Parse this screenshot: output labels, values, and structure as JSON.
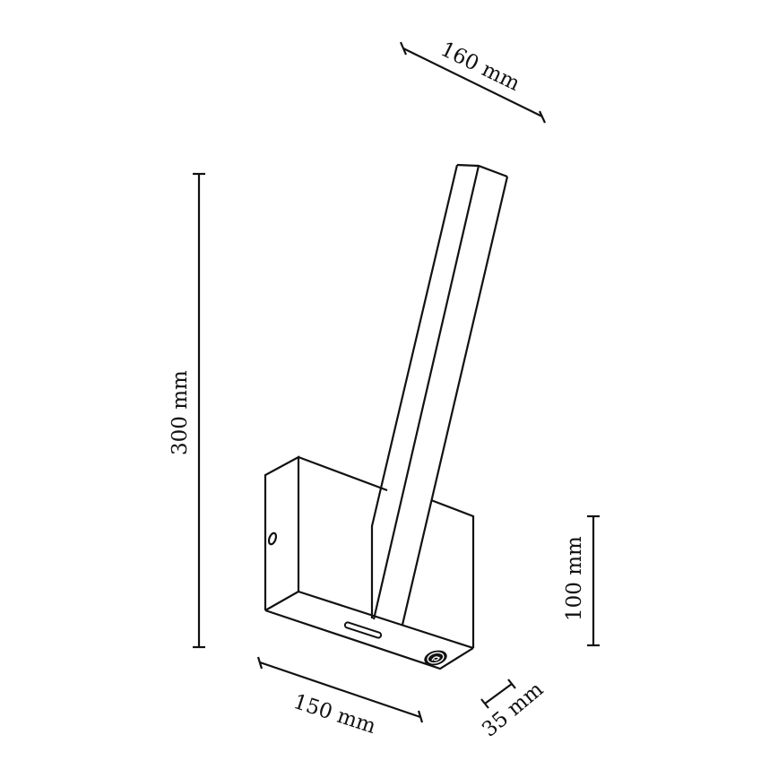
{
  "diagram": {
    "subject": "Wall lamp dimension drawing",
    "stroke_color": "#111111",
    "background": "#ffffff",
    "dimensions": {
      "arm_length": {
        "label": "160 mm",
        "value": 160,
        "unit": "mm"
      },
      "total_height": {
        "label": "300 mm",
        "value": 300,
        "unit": "mm"
      },
      "base_height": {
        "label": "100 mm",
        "value": 100,
        "unit": "mm"
      },
      "base_width": {
        "label": "150 mm",
        "value": 150,
        "unit": "mm"
      },
      "base_depth": {
        "label": "35 mm",
        "value": 35,
        "unit": "mm"
      }
    },
    "parts": [
      "wall-base-box",
      "tilted-light-arm",
      "side-screw",
      "bottom-slot",
      "bottom-switch"
    ]
  }
}
